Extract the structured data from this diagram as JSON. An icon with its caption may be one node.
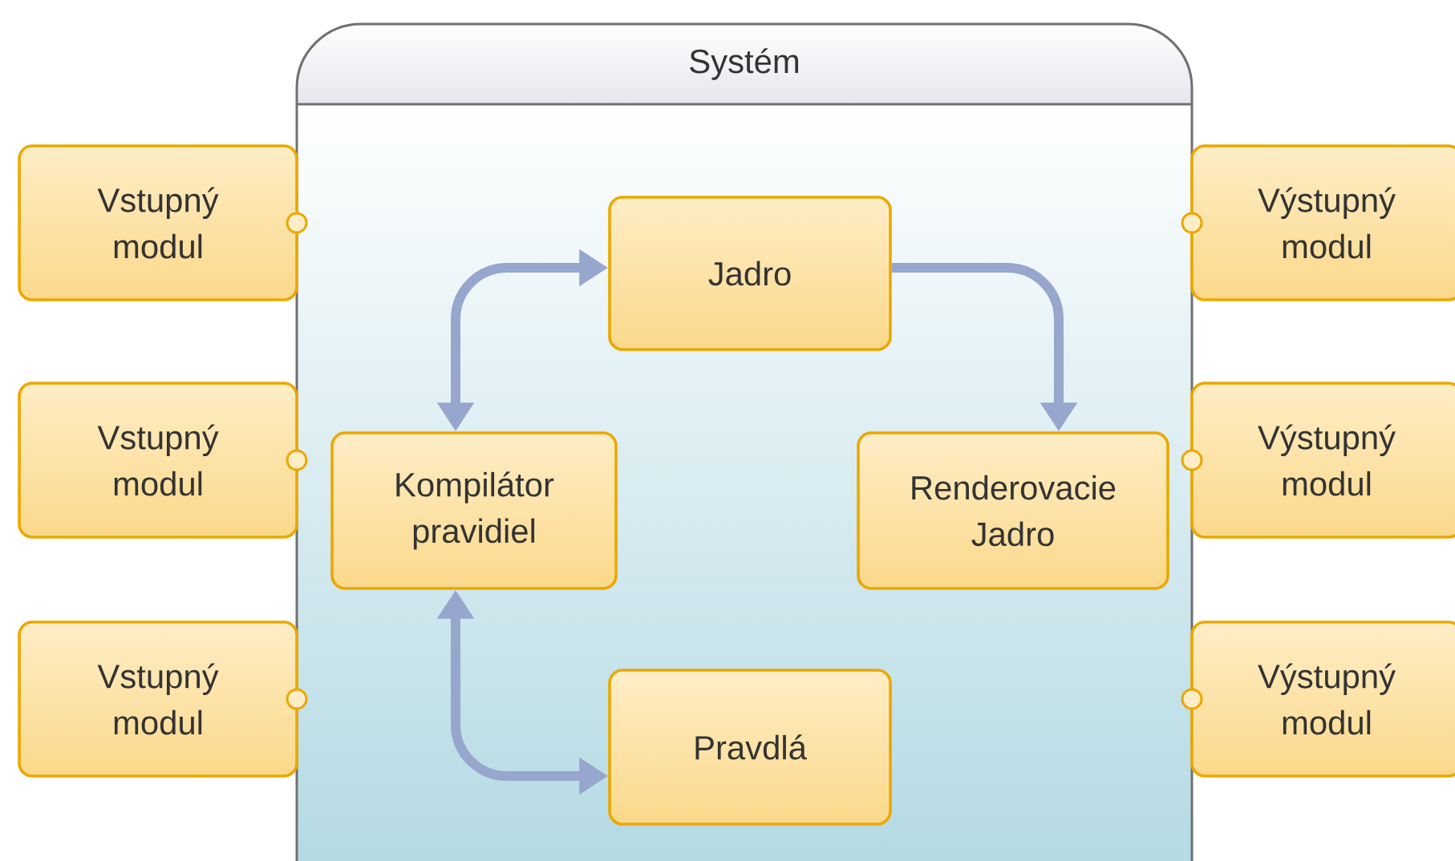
{
  "diagram": {
    "nodes": [
      {
        "text": [
          "Systém"
        ]
      },
      {
        "text": [
          "Vstupný modul"
        ]
      },
      {
        "text": [
          "Vstupný modul"
        ]
      },
      {
        "text": [
          "Vstupný modul"
        ]
      },
      {
        "text": [
          "Jadro"
        ],
        "in": 0
      },
      {
        "text": [
          "Kompilátor pravidiel"
        ],
        "in": 0
      },
      {
        "text": [
          "Renderovacie Jadro"
        ],
        "in": 0
      },
      {
        "text": [
          "Pravdlá"
        ],
        "in": 0
      },
      {
        "text": [
          "Výstupný modul"
        ]
      },
      {
        "text": [
          "Výstupný modul"
        ]
      },
      {
        "text": [
          "Výstupný modul"
        ]
      }
    ],
    "edges": [
      {
        "from": 5,
        "to": 4,
        "arrow": "both"
      },
      {
        "from": 4,
        "to": 6,
        "arrow": "to"
      },
      {
        "from": 5,
        "to": 7,
        "arrow": "both"
      }
    ]
  }
}
